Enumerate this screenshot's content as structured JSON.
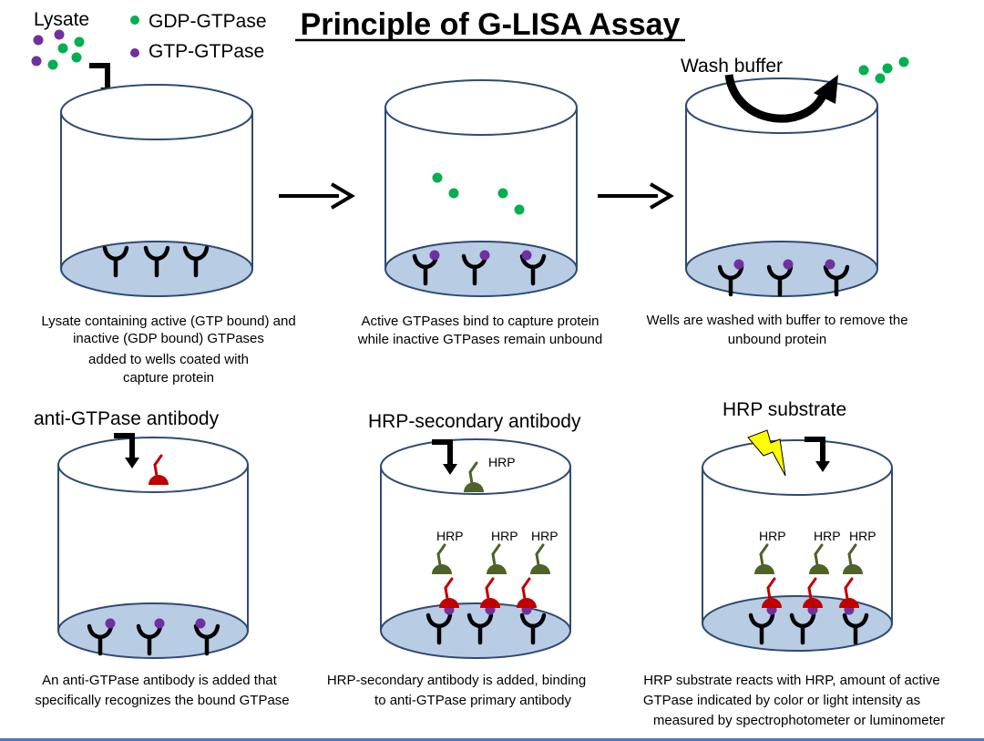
{
  "title": "Principle of G-LISA Assay",
  "legend": {
    "gdp": "GDP-GTPase",
    "gtp": "GTP-GTPase"
  },
  "colors": {
    "gdp_dot": "#00b050",
    "gtp_dot": "#7030a0",
    "well_outline": "#2f4a73",
    "well_floor": "#b8cce4",
    "capture_protein": "#000000",
    "primary_antibody": "#c00000",
    "secondary_antibody": "#4f6228",
    "lightning": "#ffff00"
  },
  "panels": [
    {
      "label": "Lysate",
      "caption": [
        "Lysate containing active (GTP bound) and",
        "inactive (GDP bound) GTPases",
        "added to wells coated with",
        "capture protein"
      ]
    },
    {
      "label": "",
      "caption": [
        "Active GTPases bind to capture protein",
        "while inactive GTPases remain unbound"
      ]
    },
    {
      "label": "Wash buffer",
      "caption": [
        "Wells are washed with buffer to remove the",
        "unbound protein"
      ]
    },
    {
      "label": "anti-GTPase antibody",
      "caption": [
        "An anti-GTPase antibody is added that",
        "specifically recognizes the bound GTPase"
      ]
    },
    {
      "label": "HRP-secondary antibody",
      "caption": [
        "HRP-secondary antibody is added, binding",
        "to anti-GTPase primary antibody"
      ]
    },
    {
      "label": "HRP substrate",
      "caption": [
        "HRP substrate reacts with HRP, amount of active",
        "GTPase indicated by color or light intensity as",
        "measured by spectrophotometer or luminometer"
      ]
    }
  ],
  "hrp_tag": "HRP",
  "icons": [
    "bent-arrow-icon",
    "right-arrow-icon",
    "curved-wash-arrow-icon",
    "lightning-icon"
  ]
}
